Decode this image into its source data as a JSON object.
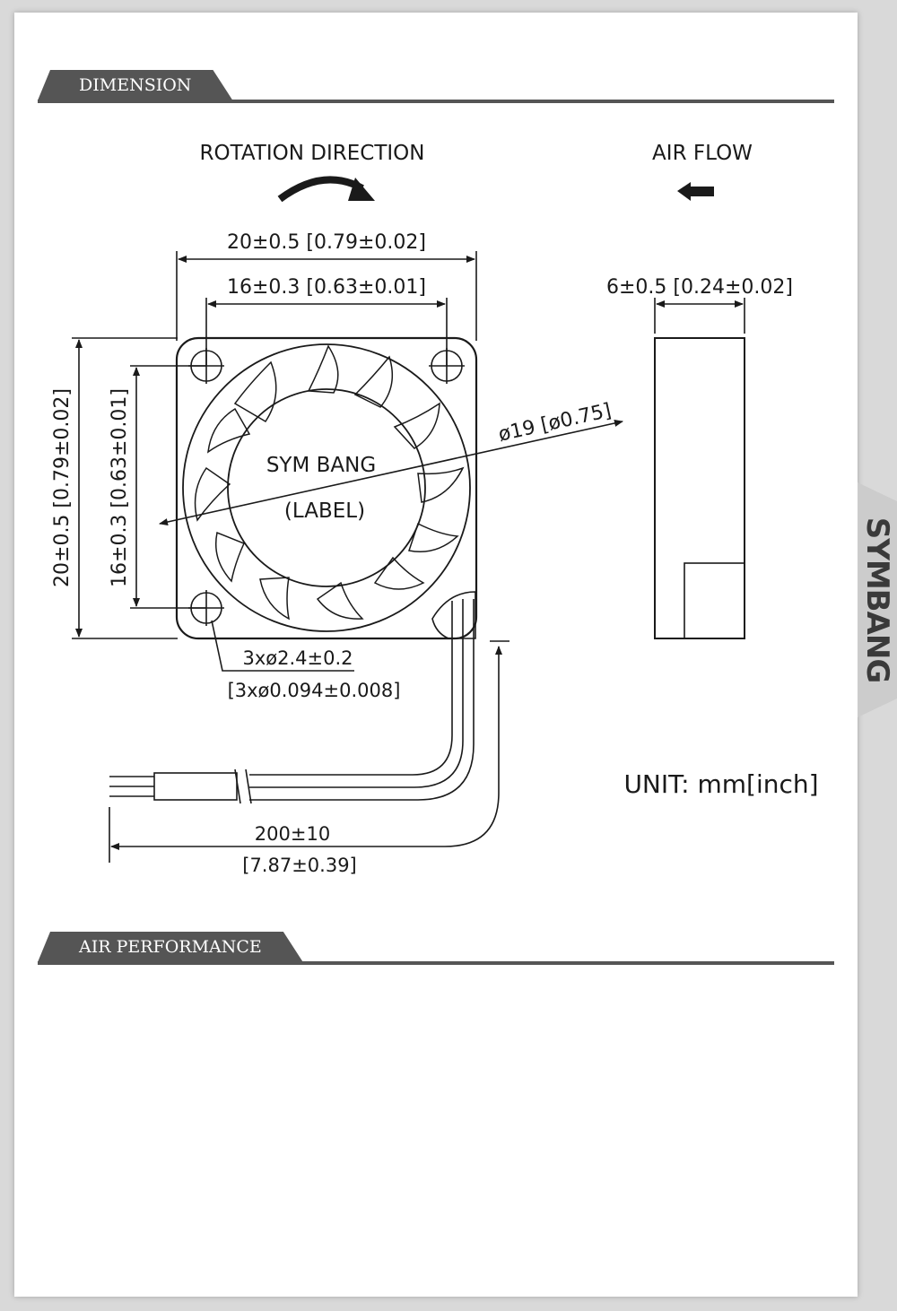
{
  "sections": {
    "dimension": "DIMENSION",
    "air_performance": "AIR PERFORMANCE"
  },
  "drawing": {
    "rotation_direction": "ROTATION DIRECTION",
    "air_flow": "AIR FLOW",
    "overall_width": "20±0.5 [0.79±0.02]",
    "hole_spacing_width": "16±0.3 [0.63±0.01]",
    "overall_height": "20±0.5 [0.79±0.02]",
    "hole_spacing_height": "16±0.3 [0.63±0.01]",
    "impeller_diameter": "ø19 [ø0.75]",
    "label_brand": "SYM BANG",
    "label_note": "(LABEL)",
    "holes_mm": "3xø2.4±0.2",
    "holes_inch": "[3xø0.094±0.008]",
    "thickness": "6±0.5 [0.24±0.02]",
    "cable_mm": "200±10",
    "cable_inch": "[7.87±0.39]",
    "unit": "UNIT: mm[inch]"
  },
  "brand_tab": "SYMBANG",
  "colors": {
    "header": "#555555",
    "line": "#1a1a1a",
    "background": "#ffffff"
  }
}
